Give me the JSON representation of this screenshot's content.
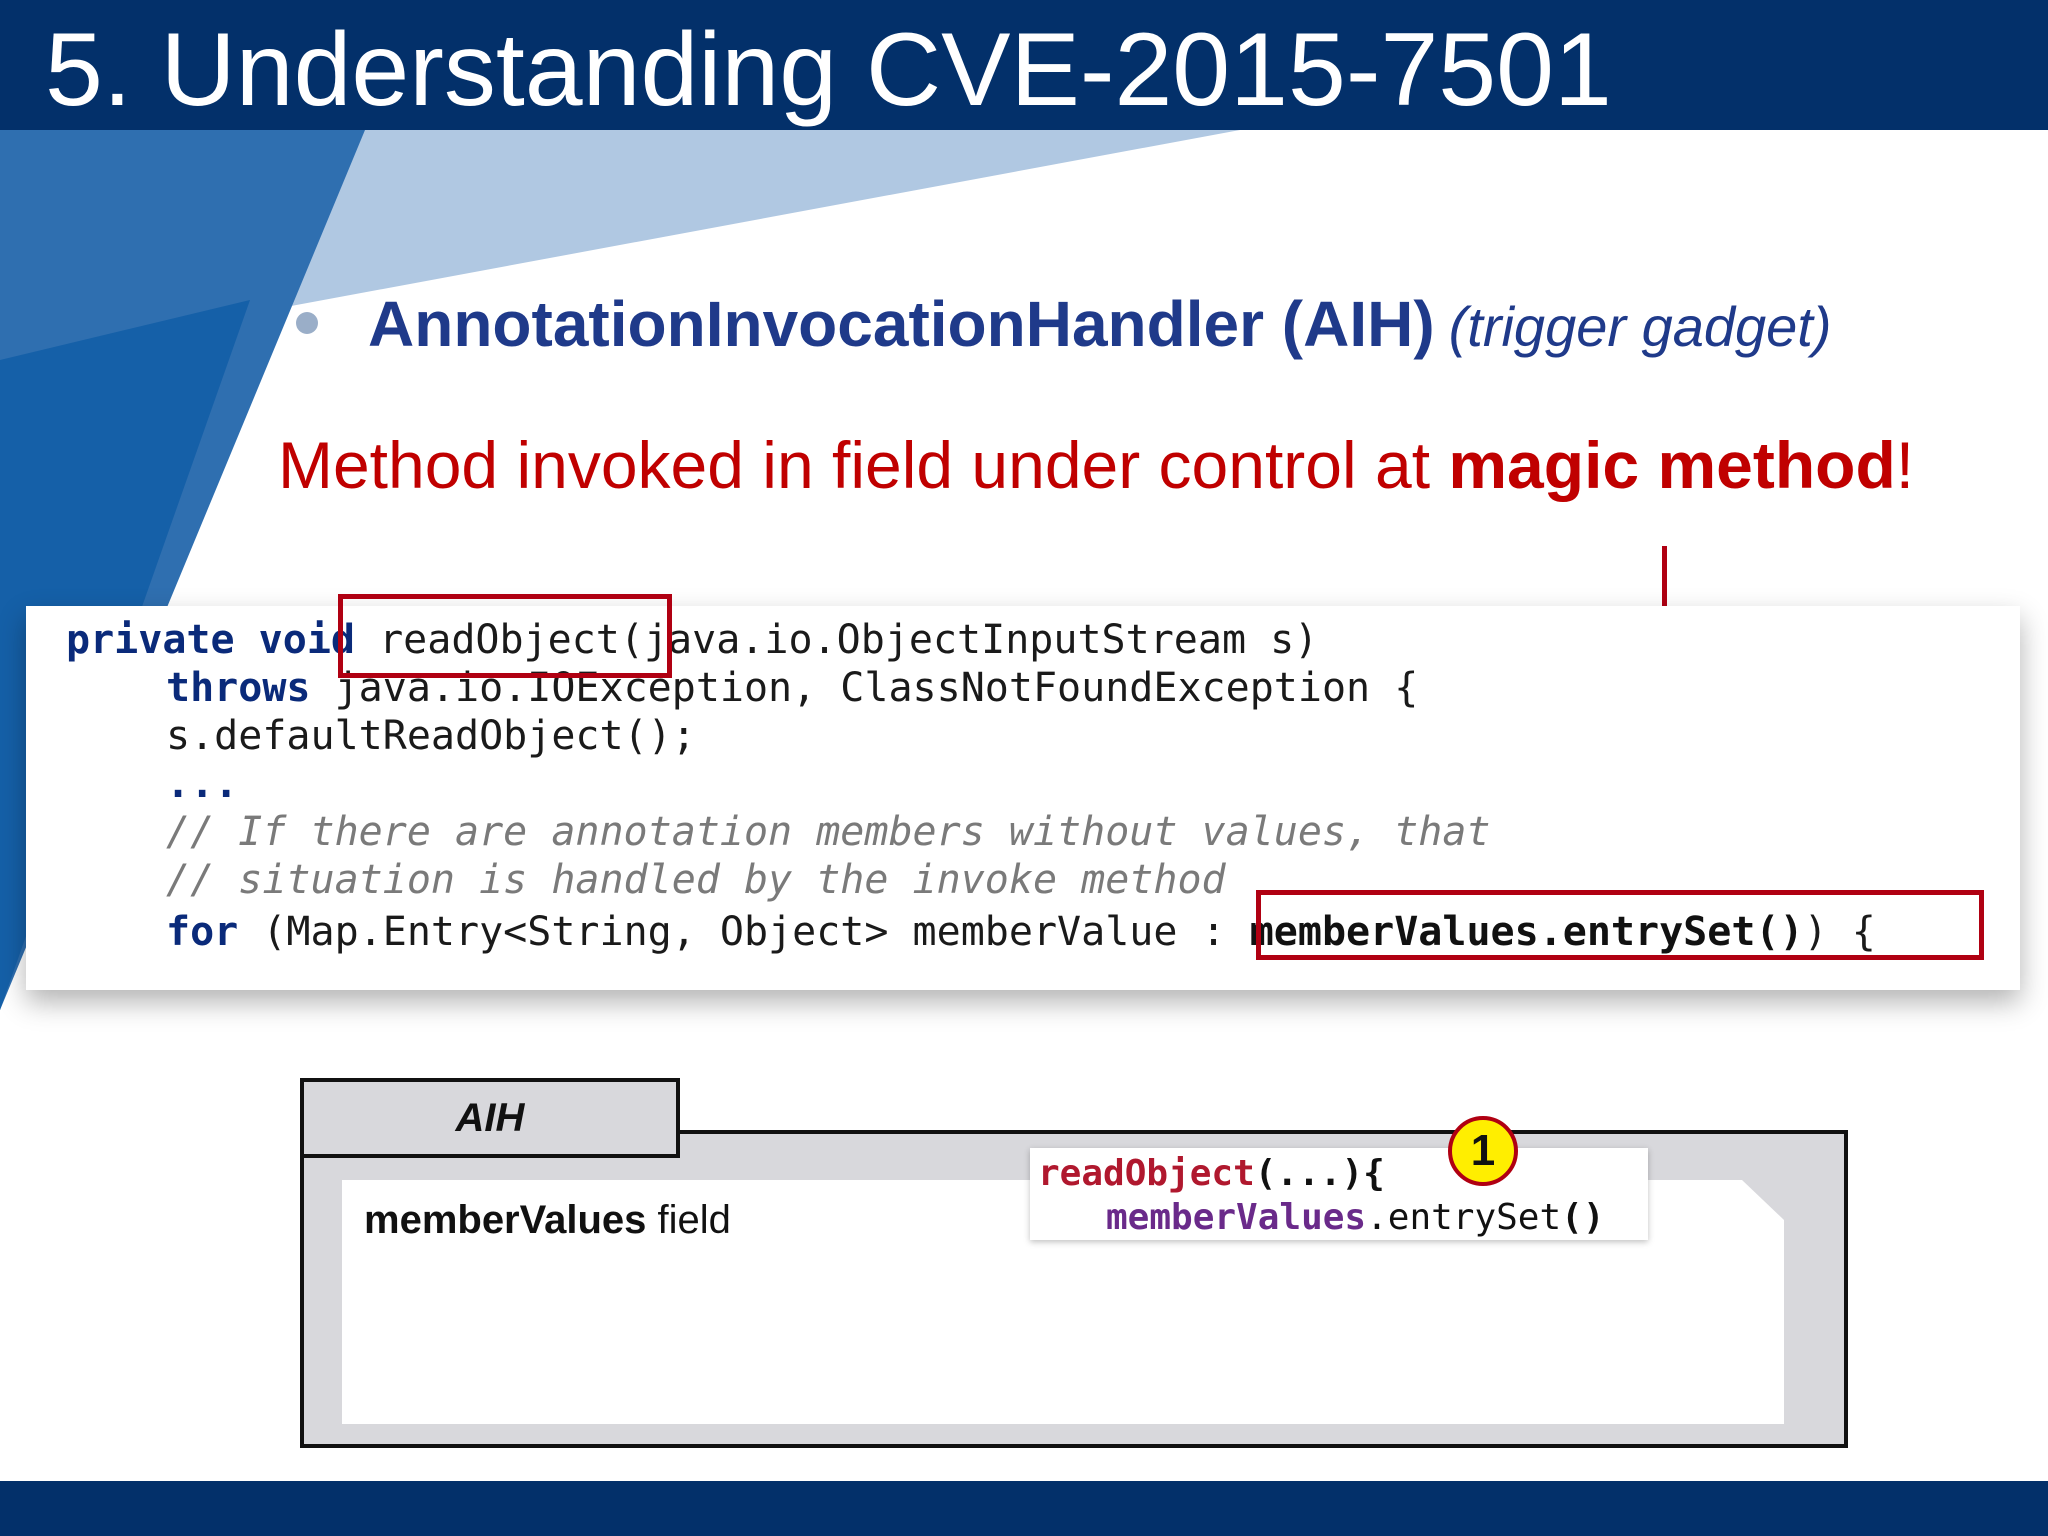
{
  "slide": {
    "title": "5. Understanding CVE-2015-7501",
    "bullet": {
      "main": "AnnotationInvocationHandler (AIH)",
      "sub": "(trigger gadget)"
    },
    "callout": {
      "prefix": "Method invoked in field under control at ",
      "emphasis": "magic method",
      "suffix": "!"
    }
  },
  "code": {
    "line1_kw": "private void",
    "line1_rest": " readObject(java.io.ObjectInputStream s)",
    "line2_kw": "throws",
    "line2_rest": " java.io.IOException, ClassNotFoundException {",
    "line3": "s.defaultReadObject();",
    "line4": "...",
    "line5": "// If there are annotation members without values, that",
    "line6": "// situation is handled by the invoke method",
    "line7_kw": "for",
    "line7_mid": " (Map.Entry<String, Object> memberValue : ",
    "line7_emph": "memberValues.entrySet()",
    "line7_end": ") {"
  },
  "diagram": {
    "tab_label": "AIH",
    "field_name": "memberValues",
    "field_suffix": " field",
    "mini_code": {
      "line1_method": "readObject",
      "line1_rest": "(...){",
      "line2_field": "memberValues",
      "line2_call": ".entrySet",
      "line2_parens": "()"
    },
    "step_number": "1"
  },
  "colors": {
    "header": "#03306a",
    "accent_red": "#c00000",
    "bullet_blue": "#1f3a8a",
    "badge_yellow": "#ffee00"
  }
}
